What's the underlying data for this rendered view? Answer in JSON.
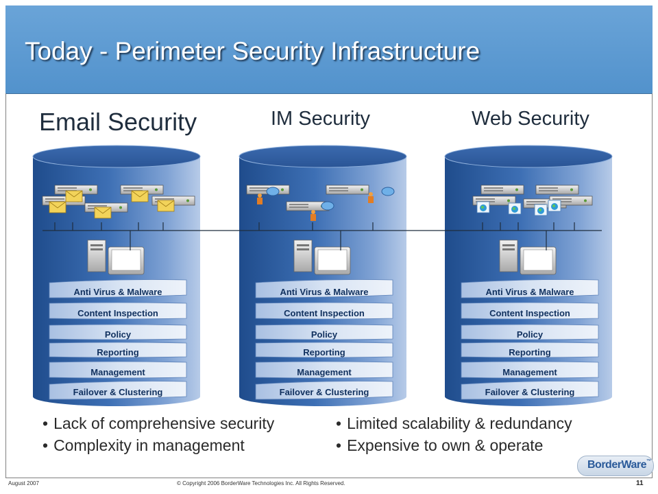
{
  "slide": {
    "title": "Today - Perimeter Security Infrastructure"
  },
  "columns": [
    {
      "heading": "Email Security",
      "layers": [
        "Anti Virus & Malware",
        "Content Inspection",
        "Policy",
        "Reporting",
        "Management",
        "Failover & Clustering"
      ]
    },
    {
      "heading": "IM Security",
      "layers": [
        "Anti Virus & Malware",
        "Content Inspection",
        "Policy",
        "Reporting",
        "Management",
        "Failover & Clustering"
      ]
    },
    {
      "heading": "Web Security",
      "layers": [
        "Anti Virus & Malware",
        "Content Inspection",
        "Policy",
        "Reporting",
        "Management",
        "Failover & Clustering"
      ]
    }
  ],
  "bullets": {
    "left": [
      "Lack of comprehensive security",
      "Complexity in management"
    ],
    "right": [
      "Limited scalability & redundancy",
      "Expensive to own & operate"
    ],
    "marker": "•"
  },
  "footer": {
    "date": "August 2007",
    "copyright": "© Copyright 2006 BorderWare Technologies Inc. All Rights Reserved.",
    "page_number": "11",
    "logo_text": "BorderWare",
    "logo_mark": "™"
  },
  "colors": {
    "banner": "#5b9bd5",
    "cylinder": "#2d5fa0",
    "layer_band": "#c9d9ee",
    "heading_text": "#1f2d3d"
  },
  "icons": {
    "email_column": "mail-server-appliance-icon",
    "im_column": "im-server-appliance-icon",
    "web_column": "web-server-appliance-icon",
    "console": "management-console-icon"
  }
}
